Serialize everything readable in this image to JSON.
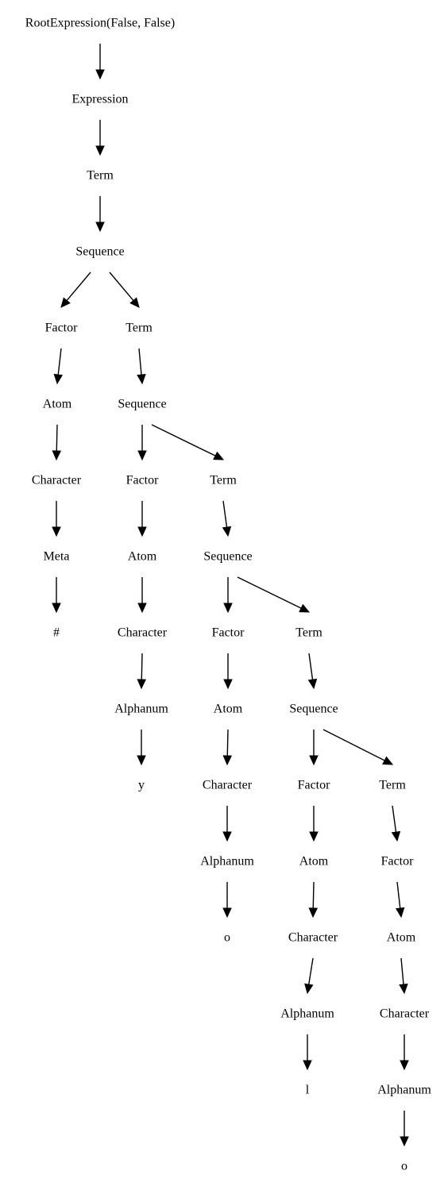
{
  "diagram": {
    "nodes": [
      {
        "id": "root",
        "label": "RootExpression(False, False)"
      },
      {
        "id": "expr",
        "label": "Expression"
      },
      {
        "id": "term1",
        "label": "Term"
      },
      {
        "id": "seq1",
        "label": "Sequence"
      },
      {
        "id": "factor1",
        "label": "Factor"
      },
      {
        "id": "term2",
        "label": "Term"
      },
      {
        "id": "atom1",
        "label": "Atom"
      },
      {
        "id": "seq2",
        "label": "Sequence"
      },
      {
        "id": "char1",
        "label": "Character"
      },
      {
        "id": "factor2",
        "label": "Factor"
      },
      {
        "id": "term3",
        "label": "Term"
      },
      {
        "id": "meta1",
        "label": "Meta"
      },
      {
        "id": "atom2",
        "label": "Atom"
      },
      {
        "id": "seq3",
        "label": "Sequence"
      },
      {
        "id": "hash",
        "label": "#"
      },
      {
        "id": "char2",
        "label": "Character"
      },
      {
        "id": "factor3",
        "label": "Factor"
      },
      {
        "id": "term4",
        "label": "Term"
      },
      {
        "id": "alnum1",
        "label": "Alphanum"
      },
      {
        "id": "atom3",
        "label": "Atom"
      },
      {
        "id": "seq4",
        "label": "Sequence"
      },
      {
        "id": "y",
        "label": "y"
      },
      {
        "id": "char3",
        "label": "Character"
      },
      {
        "id": "factor4",
        "label": "Factor"
      },
      {
        "id": "term5",
        "label": "Term"
      },
      {
        "id": "alnum2",
        "label": "Alphanum"
      },
      {
        "id": "atom4",
        "label": "Atom"
      },
      {
        "id": "factor5",
        "label": "Factor"
      },
      {
        "id": "o1",
        "label": "o"
      },
      {
        "id": "char4",
        "label": "Character"
      },
      {
        "id": "atom5",
        "label": "Atom"
      },
      {
        "id": "alnum3",
        "label": "Alphanum"
      },
      {
        "id": "char5",
        "label": "Character"
      },
      {
        "id": "l",
        "label": "l"
      },
      {
        "id": "alnum4",
        "label": "Alphanum"
      },
      {
        "id": "o2",
        "label": "o"
      }
    ],
    "edges": [
      [
        "root",
        "expr"
      ],
      [
        "expr",
        "term1"
      ],
      [
        "term1",
        "seq1"
      ],
      [
        "seq1",
        "factor1"
      ],
      [
        "seq1",
        "term2"
      ],
      [
        "factor1",
        "atom1"
      ],
      [
        "term2",
        "seq2"
      ],
      [
        "atom1",
        "char1"
      ],
      [
        "seq2",
        "factor2"
      ],
      [
        "seq2",
        "term3"
      ],
      [
        "char1",
        "meta1"
      ],
      [
        "factor2",
        "atom2"
      ],
      [
        "term3",
        "seq3"
      ],
      [
        "meta1",
        "hash"
      ],
      [
        "atom2",
        "char2"
      ],
      [
        "seq3",
        "factor3"
      ],
      [
        "seq3",
        "term4"
      ],
      [
        "char2",
        "alnum1"
      ],
      [
        "factor3",
        "atom3"
      ],
      [
        "term4",
        "seq4"
      ],
      [
        "alnum1",
        "y"
      ],
      [
        "atom3",
        "char3"
      ],
      [
        "seq4",
        "factor4"
      ],
      [
        "seq4",
        "term5"
      ],
      [
        "char3",
        "alnum2"
      ],
      [
        "factor4",
        "atom4"
      ],
      [
        "term5",
        "factor5"
      ],
      [
        "alnum2",
        "o1"
      ],
      [
        "atom4",
        "char4"
      ],
      [
        "factor5",
        "atom5"
      ],
      [
        "char4",
        "alnum3"
      ],
      [
        "atom5",
        "char5"
      ],
      [
        "alnum3",
        "l"
      ],
      [
        "char5",
        "alnum4"
      ],
      [
        "alnum4",
        "o2"
      ]
    ]
  }
}
